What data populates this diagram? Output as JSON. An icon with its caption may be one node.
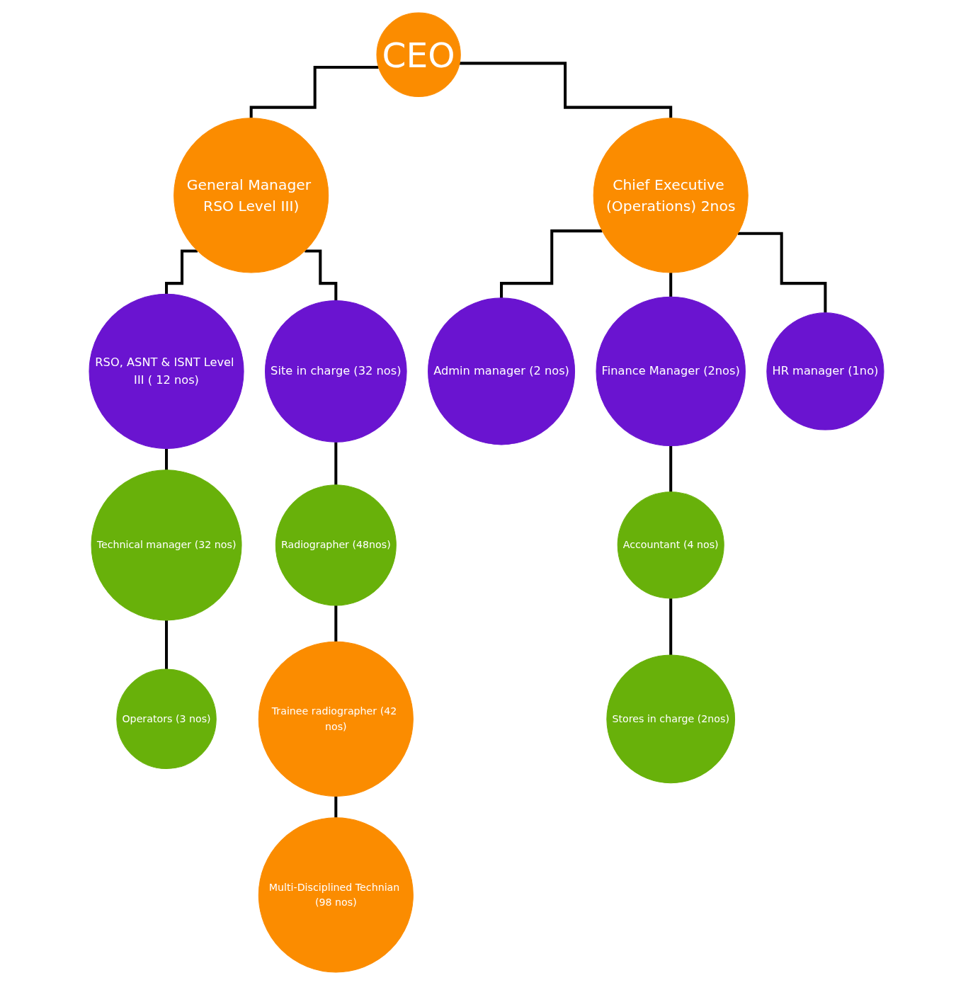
{
  "diagram": {
    "nodes": [
      {
        "text": [
          "CEO"
        ]
      },
      {
        "text": [
          "General Manager RSO Level III)"
        ]
      },
      {
        "text": [
          "Chief Executive (Operations) 2nos"
        ]
      },
      {
        "text": [
          "RSO, ASNT & ISNT Level III ( 12 nos)"
        ]
      },
      {
        "text": [
          "Site in charge (32 nos)"
        ]
      },
      {
        "text": [
          "Admin manager (2 nos)"
        ]
      },
      {
        "text": [
          "Finance Manager (2nos)"
        ]
      },
      {
        "text": [
          "HR manager (1no)"
        ]
      },
      {
        "text": [
          "Technical manager (32 nos)"
        ]
      },
      {
        "text": [
          "Radiographer (48nos)"
        ]
      },
      {
        "text": [
          "Accountant (4 nos)"
        ]
      },
      {
        "text": [
          "Operators (3 nos)"
        ]
      },
      {
        "text": [
          "Trainee radiographer (42 nos)"
        ]
      },
      {
        "text": [
          "Stores in charge (2nos)"
        ]
      },
      {
        "text": [
          "Multi-Disciplined Technian (98 nos)"
        ]
      }
    ],
    "edges": [
      {
        "from": 0,
        "to": 1,
        "arrow": "none"
      },
      {
        "from": 0,
        "to": 2,
        "arrow": "none"
      },
      {
        "from": 1,
        "to": 3,
        "arrow": "none"
      },
      {
        "from": 1,
        "to": 4,
        "arrow": "none"
      },
      {
        "from": 2,
        "to": 5,
        "arrow": "none"
      },
      {
        "from": 2,
        "to": 6,
        "arrow": "none"
      },
      {
        "from": 2,
        "to": 7,
        "arrow": "none"
      },
      {
        "from": 3,
        "to": 8,
        "arrow": "none"
      },
      {
        "from": 8,
        "to": 11,
        "arrow": "none"
      },
      {
        "from": 4,
        "to": 9,
        "arrow": "none"
      },
      {
        "from": 9,
        "to": 12,
        "arrow": "none"
      },
      {
        "from": 12,
        "to": 14,
        "arrow": "none"
      },
      {
        "from": 6,
        "to": 10,
        "arrow": "none"
      },
      {
        "from": 10,
        "to": 13,
        "arrow": "none"
      }
    ]
  }
}
